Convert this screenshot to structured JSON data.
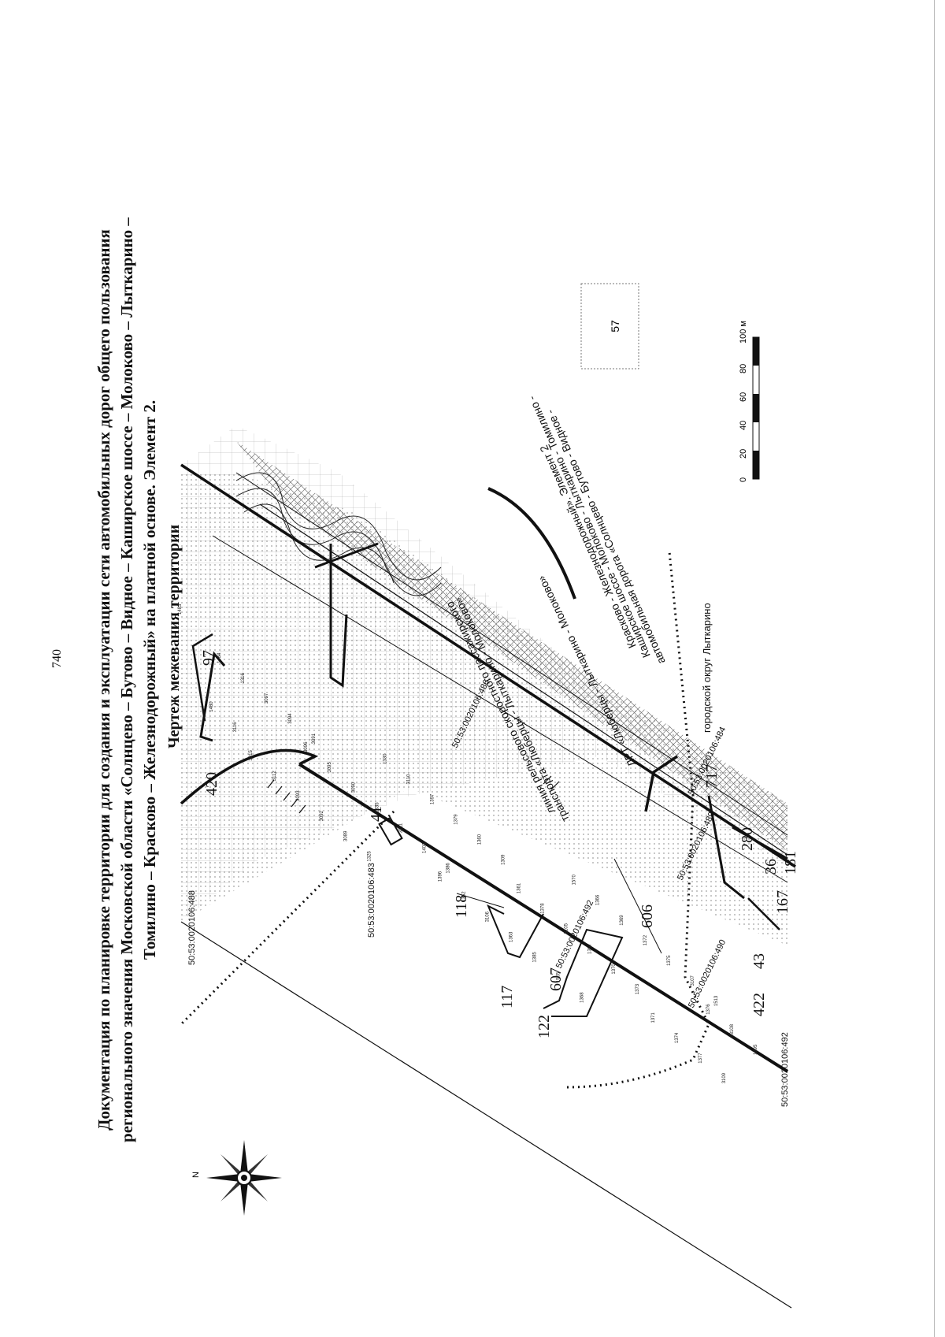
{
  "page_number": "740",
  "title": {
    "line1": "Документация по планировке территории для создания и эксплуатации сети автомобильных дорог общего пользования",
    "line2": "регионального значения Московской области «Солнцево – Бутово – Видное – Каширское шоссе – Молоково – Лыткарино –",
    "line3": "Томилино – Красково – Железнодорожный» на платной основе. Элемент 2.",
    "subtitle": "Чертеж межевания территории"
  },
  "compass": {
    "north_label": "N",
    "icon": "compass-rose-icon"
  },
  "scale_bar": {
    "ticks": [
      "0",
      "20",
      "40",
      "60",
      "80",
      "100 м"
    ],
    "icon": "scale-bar-icon"
  },
  "inset_box": {
    "label": "57"
  },
  "parcels": {
    "p420": "420",
    "p97": "97",
    "p41": "41",
    "p118": "118",
    "p606": "606",
    "p607": "607",
    "p117": "117",
    "p122": "122",
    "p422": "422",
    "p43": "43",
    "p717": "717",
    "p36": "36",
    "p181": "181",
    "p167": "167",
    "p280": "280"
  },
  "cadastral": {
    "c488": "50:53:0020106:488",
    "c483": "50:53:0020106:483",
    "c486": "50:53:0020106:486",
    "c489": "50:53:0020106:489",
    "c490": "50:53:0020106:490",
    "c492a": "50:53:0020106:492",
    "c492b": "50:53:0020106:492",
    "c484": "50:53:0020106:484"
  },
  "road_labels": {
    "road_main_1": "автомобильная дорога «Солнцево - Бутово - Видное -",
    "road_main_2": "Каширское шоссе - Молоково - Лыткарино - Томилино -",
    "road_main_3": "Красково - Железнодорожный». Элемент 2",
    "lrt": "ЛРТ «Люберцы - Лыткарино - Молоково»",
    "rail_1": "линия рельсового скоростного пассажирского",
    "rail_2": "транспорта «Люберцы - Лыткарино - Молоково»",
    "city_district": "городской округ Лыткарино"
  },
  "point_numbers": [
    "1483",
    "1484",
    "1480",
    "3315",
    "1316",
    "3116",
    "3112",
    "3097",
    "3096",
    "3093",
    "3094",
    "3095",
    "3092",
    "3091",
    "3090",
    "3089",
    "1330",
    "1335",
    "1325",
    "3110",
    "3111",
    "1396",
    "1397",
    "1403",
    "1362",
    "1379",
    "1386",
    "3106",
    "1360",
    "1361",
    "1363",
    "1309",
    "1378",
    "1385",
    "1570",
    "3105",
    "1565",
    "1366",
    "1367",
    "1368",
    "1369",
    "1370",
    "1371",
    "1372",
    "1373",
    "1374",
    "1375",
    "1376",
    "1377",
    "3107",
    "3108",
    "3109",
    "1513",
    "1395"
  ],
  "colors": {
    "ink": "#111111",
    "hatch": "#555555",
    "paper": "#ffffff"
  }
}
